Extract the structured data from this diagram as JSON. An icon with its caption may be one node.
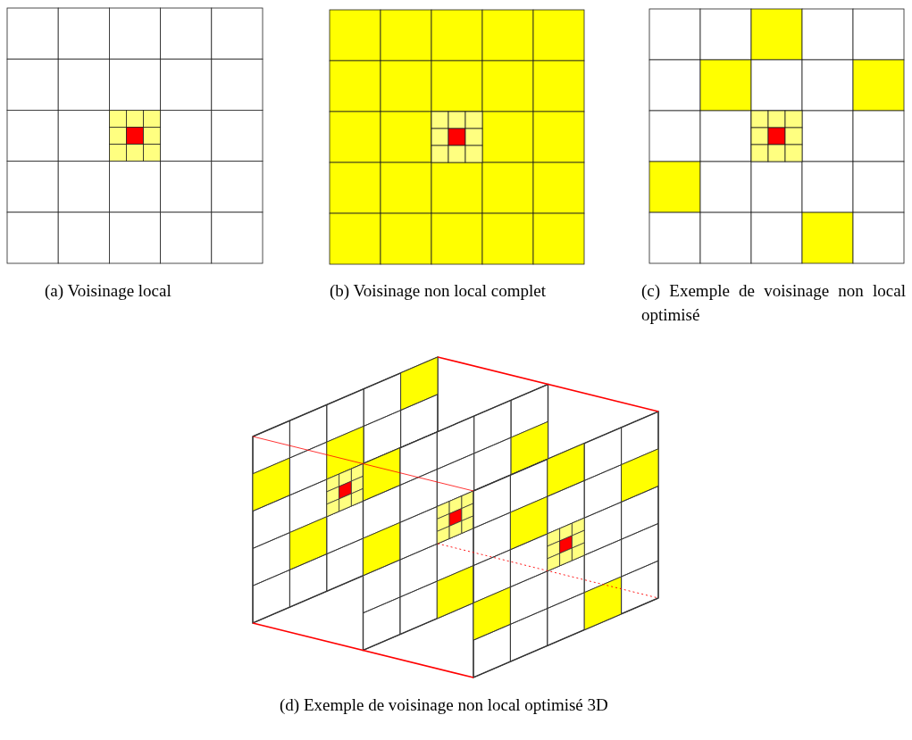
{
  "diagram": {
    "labels": [
      "(a) Voisinage local",
      "(b) Voisinage non local complet",
      "(c) Exemple de voisinage non local optimisé",
      "(d) Exemple de voisinage non local optimisé 3D"
    ]
  }
}
